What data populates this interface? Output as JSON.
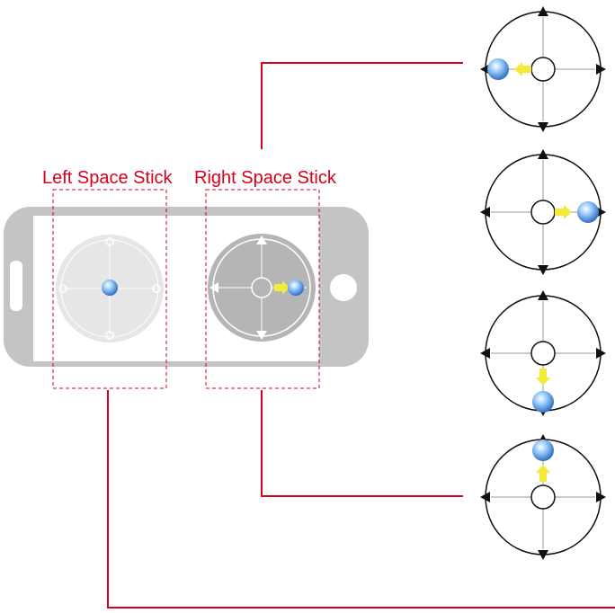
{
  "labels": {
    "left_stick": "Left Space Stick",
    "right_stick": "Right Space Stick"
  },
  "colors": {
    "callout_red": "#d9001b",
    "phone_gray": "#c4c4c4",
    "pad_light": "#e6e6e6",
    "pad_dark": "#b5b5b5",
    "arrow_yellow": "#f3ea3a",
    "thumb_blue": "#4a90e2"
  },
  "icons": [
    "phone-outline-icon",
    "stick-ball-icon",
    "direction-arrow-icon",
    "triangle-marker-icon"
  ],
  "direction_panels": [
    "left",
    "right",
    "down",
    "up"
  ]
}
